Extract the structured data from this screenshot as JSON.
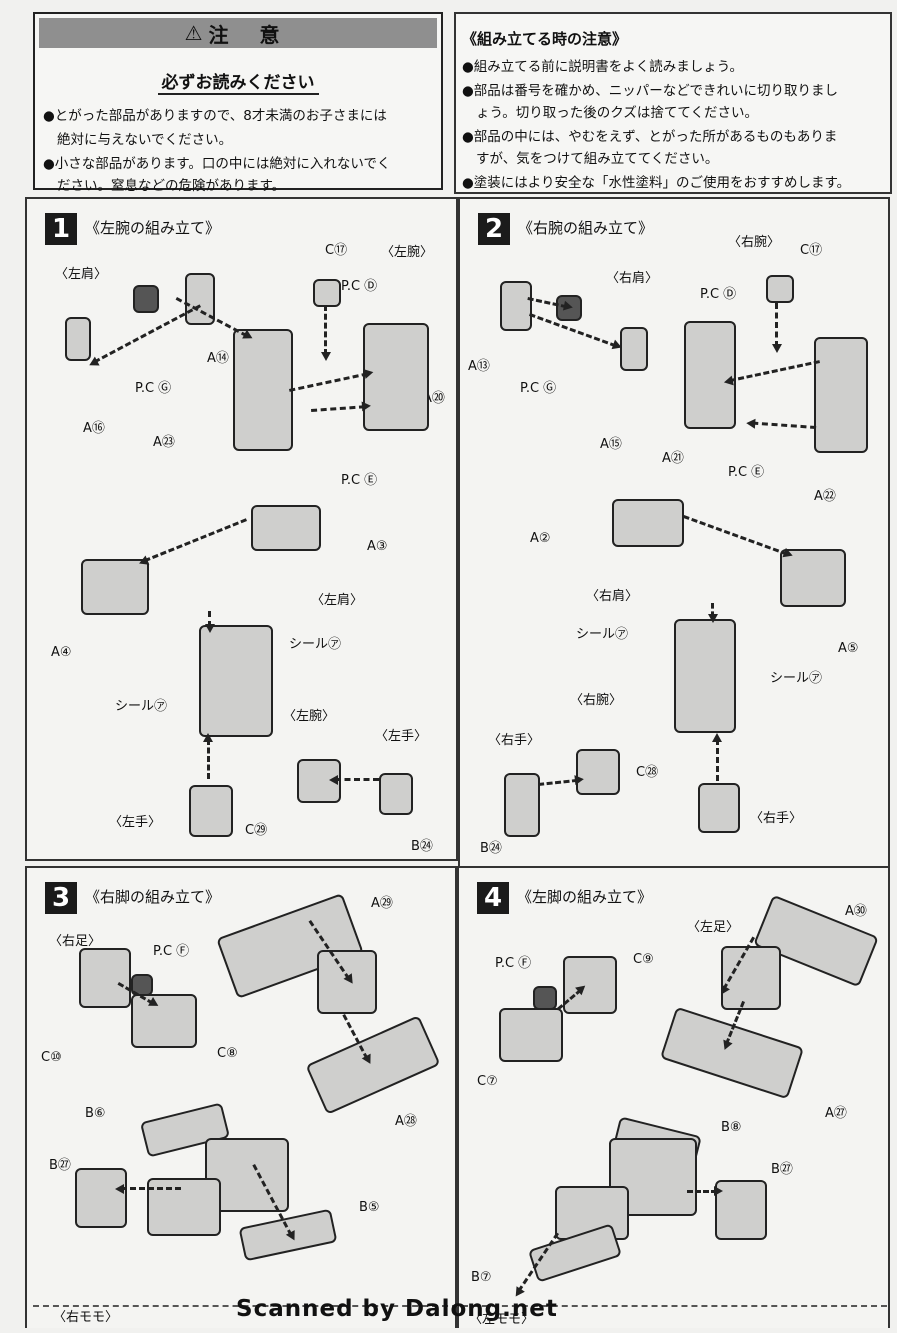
{
  "warning": {
    "title": "注 意",
    "subtitle": "必ずお読みください",
    "items": [
      "●とがった部品がありますので、8才未満のお子さまには",
      "絶対に与えないでください。",
      "●小さな部品があります。口の中には絶対に入れないでく",
      "ださい。窒息などの危険があります。"
    ]
  },
  "caution": {
    "title": "《組み立てる時の注意》",
    "items": [
      "●組み立てる前に説明書をよく読みましょう。",
      "●部品は番号を確かめ、ニッパーなどできれいに切り取りまし",
      "ょう。切り取った後のクズは捨ててください。",
      "●部品の中には、やむをえず、とがった所があるものもありま",
      "すが、気をつけて組み立ててください。",
      "●塗装にはより安全な「水性塗料」のご使用をおすすめします。"
    ]
  },
  "steps": [
    {
      "num": "1",
      "title": "《左腕の組み立て》",
      "labels": [
        "〈左肩〉",
        "A⑭",
        "P.C Ⓖ",
        "A⑯",
        "C⑰",
        "〈左腕〉",
        "P.C Ⓓ",
        "A⑳",
        "A㉓",
        "P.C Ⓔ",
        "A③",
        "A④",
        "〈左肩〉",
        "シール㋐",
        "シール㋐",
        "〈左腕〉",
        "〈左手〉",
        "C㉙",
        "B㉔",
        "〈左手〉"
      ]
    },
    {
      "num": "2",
      "title": "《右腕の組み立て》",
      "labels": [
        "〈右腕〉",
        "C⑰",
        "〈右肩〉",
        "P.C Ⓓ",
        "A⑬",
        "P.C Ⓖ",
        "A⑮",
        "A㉑",
        "P.C Ⓔ",
        "A㉒",
        "A②",
        "〈右肩〉",
        "A⑤",
        "シール㋐",
        "シール㋐",
        "〈右腕〉",
        "〈右手〉",
        "C㉘",
        "B㉔",
        "〈右手〉"
      ]
    },
    {
      "num": "3",
      "title": "《右脚の組み立て》",
      "labels": [
        "A㉙",
        "〈右足〉",
        "P.C Ⓕ",
        "C⑩",
        "C⑧",
        "A㉘",
        "B⑥",
        "B㉗",
        "B⑤",
        "〈右モモ〉"
      ]
    },
    {
      "num": "4",
      "title": "《左脚の組み立て》",
      "labels": [
        "〈左足〉",
        "A㉚",
        "P.C Ⓕ",
        "C⑨",
        "C⑦",
        "A㉗",
        "B⑧",
        "B㉗",
        "B⑦",
        "〈左モモ〉"
      ]
    }
  ],
  "footer": "Scanned by Dalong.net"
}
